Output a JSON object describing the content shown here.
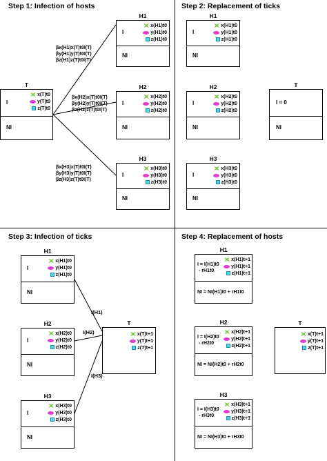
{
  "steps": {
    "s1": "Step 1: Infection of hosts",
    "s2": "Step 2: Replacement of ticks",
    "s3": "Step 3: Infection of ticks",
    "s4": "Step 4: Replacement of hosts"
  },
  "labels": {
    "I": "I",
    "NI": "NI",
    "T": "T",
    "H1": "H1",
    "H2": "H2",
    "H3": "H3",
    "I0": "I = 0"
  },
  "vars_t0": {
    "H1": [
      "x(H1)t0",
      "y(H1)t0",
      "z(H1)t0"
    ],
    "H2": [
      "x(H2)t0",
      "y(H2)t0",
      "z(H2)t0"
    ],
    "H3": [
      "x(H3)t0",
      "y(H3)t0",
      "z(H3)t0"
    ],
    "T": [
      "x(T)t0",
      "y(T)t0",
      "z(T)t0"
    ]
  },
  "vars_t1": {
    "H1": [
      "x(H1)t+1",
      "y(H1)t+1",
      "z(H1)t+1"
    ],
    "H2": [
      "x(H2)t+1",
      "y(H2)t+1",
      "z(H2)t+1"
    ],
    "H3": [
      "x(H3)t+1",
      "y(H3)t+1",
      "z(H3)t+1"
    ],
    "T": [
      "x(T)t+1",
      "y(T)t+1",
      "z(T)t+1"
    ]
  },
  "formulas": {
    "H1": [
      "βx(H1)x(T)t0I(T)",
      "βy(H1)y(T)t0I(T)",
      "βz(H1)z(T)t0I(T)"
    ],
    "H2": [
      "βx(H2)x(T)t0I(T)",
      "βy(H2)y(T)t0I(T)",
      "βz(H2)z(T)t0I(T)"
    ],
    "H3": [
      "βx(H3)x(T)t0I(T)",
      "βy(H3)y(T)t0I(T)",
      "βz(H3)z(T)t0I(T)"
    ]
  },
  "edge_labels": {
    "H1": "I(H1)",
    "H2": "I(H2)",
    "H3": "I(H3)"
  },
  "step4_eqs": {
    "H1": {
      "i1": "I = I(H1)t0",
      "i2": "- rH1t0",
      "ni": "NI = NI(H1)t0 + rH1t0"
    },
    "H2": {
      "i1": "I = I(H2)t0",
      "i2": "- rH2t0",
      "ni": "NI = NI(H2)t0 + rH2t0"
    },
    "H3": {
      "i1": "I = I(H3)t0",
      "i2": "- rH3t0",
      "ni": "NI = NI(H3)t0 + rH3t0"
    }
  },
  "colors": {
    "x_icon": "#7ac943",
    "y_icon": "#e03ccd",
    "z_icon": "#4fd4e8"
  },
  "icons": [
    "x-star-icon",
    "y-ellipse-icon",
    "z-square-icon"
  ]
}
